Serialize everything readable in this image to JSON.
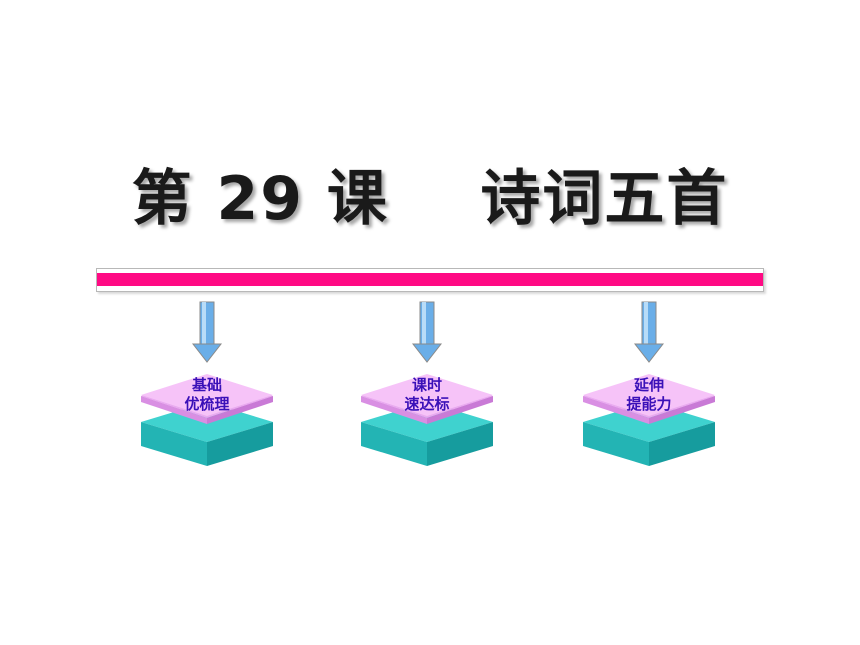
{
  "title": "第 29 课    诗词五首",
  "colors": {
    "divider": "#ff0a84",
    "arrow": "#6aaee8",
    "tile_top": "#f4b6f6",
    "tile_base": "#33c5c4",
    "label": "#3a10b8"
  },
  "modules": [
    {
      "line1": "基础",
      "line2": "优梳理",
      "icon": "down-arrow-icon"
    },
    {
      "line1": "课时",
      "line2": "速达标",
      "icon": "down-arrow-icon"
    },
    {
      "line1": "延伸",
      "line2": "提能力",
      "icon": "down-arrow-icon"
    }
  ]
}
